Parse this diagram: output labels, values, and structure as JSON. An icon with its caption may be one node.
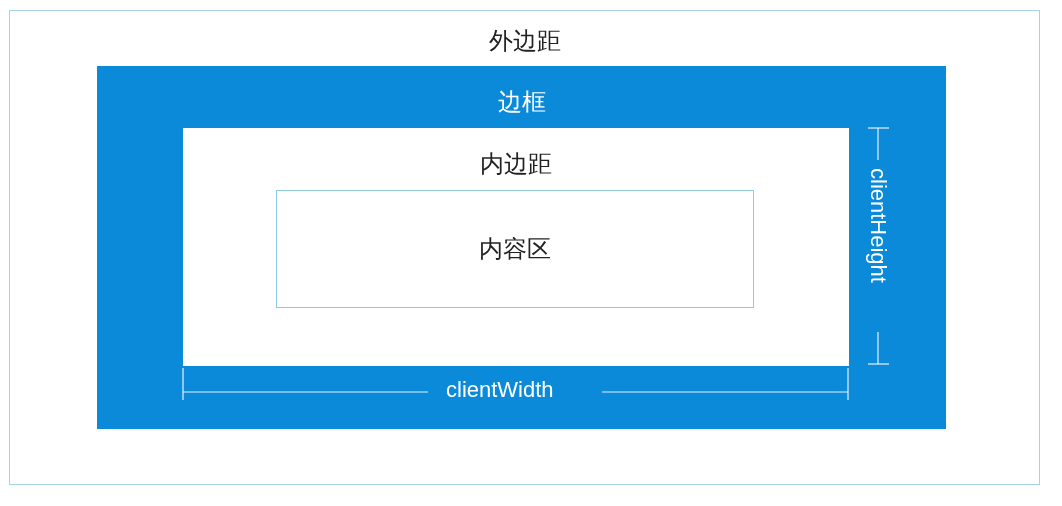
{
  "diagram": {
    "nodes": [
      {
        "text": [
          "外边距"
        ]
      },
      {
        "text": [
          "边框"
        ],
        "in": 0
      },
      {
        "text": [
          "内边距"
        ],
        "in": 1
      },
      {
        "text": [
          "内容区"
        ],
        "in": 2
      }
    ],
    "labels": [
      "clientHeight",
      "clientWidth"
    ]
  }
}
